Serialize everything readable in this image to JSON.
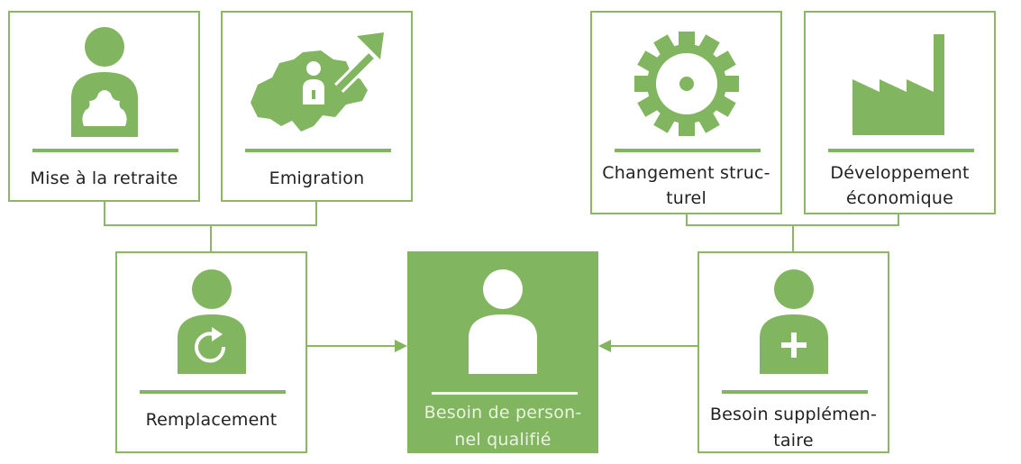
{
  "colors": {
    "accent": "#82b560",
    "border": "#8ab962",
    "text": "#222222"
  },
  "boxes": {
    "retirement": {
      "label": "Mise à la retraite",
      "icon": "retiree-icon"
    },
    "emigration": {
      "label": "Emigration",
      "icon": "switzerland-emigration-icon"
    },
    "structural_change": {
      "label_line1": "Changement struc-",
      "label_line2": "turel",
      "icon": "gear-icon"
    },
    "economic_development": {
      "label_line1": "Développement",
      "label_line2": "économique",
      "icon": "factory-icon"
    },
    "replacement": {
      "label": "Remplacement",
      "icon": "person-replace-icon"
    },
    "center": {
      "label_line1": "Besoin de person-",
      "label_line2": "nel qualifié",
      "icon": "person-icon"
    },
    "additional": {
      "label_line1": "Besoin supplémen-",
      "label_line2": "taire",
      "icon": "person-add-icon"
    }
  }
}
